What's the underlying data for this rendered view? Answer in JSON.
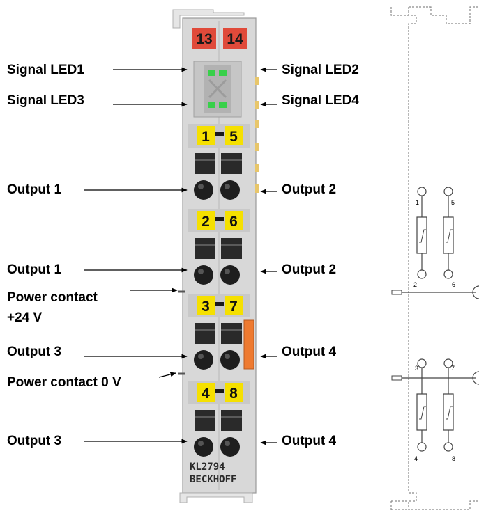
{
  "device": {
    "model": "KL2794",
    "brand": "BECKHOFF",
    "top_terminals": [
      "13",
      "14"
    ],
    "terminal_pairs": [
      [
        "1",
        "5"
      ],
      [
        "2",
        "6"
      ],
      [
        "3",
        "7"
      ],
      [
        "4",
        "8"
      ]
    ]
  },
  "labels": {
    "signal_led1": "Signal LED1",
    "signal_led2": "Signal LED2",
    "signal_led3": "Signal LED3",
    "signal_led4": "Signal LED4",
    "output1_a": "Output 1",
    "output2_a": "Output 2",
    "output1_b": "Output 1",
    "output2_b": "Output 2",
    "power_contact_24": "Power contact",
    "power_contact_24_line2": "+24 V",
    "output3_a": "Output 3",
    "output4_a": "Output 4",
    "power_contact_0": "Power contact 0 V",
    "output3_b": "Output 3",
    "output4_b": "Output 4"
  },
  "schematic": {
    "upper_pins": [
      "1",
      "5",
      "2",
      "6"
    ],
    "lower_pins": [
      "3",
      "7",
      "4",
      "8"
    ]
  },
  "colors": {
    "terminal_red": "#e04a3a",
    "terminal_yellow": "#f5e000",
    "led_green": "#38d04a",
    "housing": "#d8d8d8",
    "power_orange": "#ee7a30"
  }
}
